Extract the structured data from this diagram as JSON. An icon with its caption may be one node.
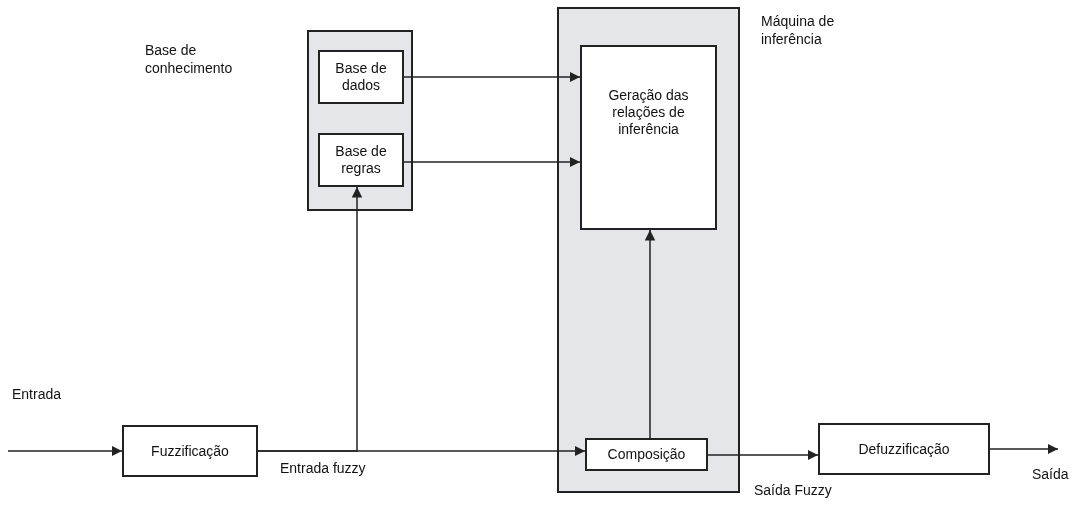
{
  "diagram": {
    "nodes": [
      {
        "text": [],
        "shape": "box"
      },
      {
        "text": [
          "Base de dados"
        ],
        "in": 0
      },
      {
        "text": [
          "Base de regras"
        ],
        "in": 0
      },
      {
        "text": [
          "Máquina de inferência"
        ]
      },
      {
        "text": [
          "Geração das relações de inferência"
        ],
        "in": 3
      },
      {
        "text": [
          "Fuzzificação"
        ]
      },
      {
        "text": [
          "Composição"
        ],
        "in": 3
      },
      {
        "text": [
          "Defuzzificação"
        ]
      }
    ],
    "edges": [
      {
        "from": null,
        "to": 5,
        "arrow": "to",
        "label": "Entrada"
      },
      {
        "from": 5,
        "to": 6,
        "arrow": "to",
        "label": "Entrada fuzzy"
      },
      {
        "from": 5,
        "to": 2,
        "arrow": "to"
      },
      {
        "from": 1,
        "to": 4,
        "arrow": "to"
      },
      {
        "from": 2,
        "to": 4,
        "arrow": "to"
      },
      {
        "from": 6,
        "to": 4,
        "arrow": "to"
      },
      {
        "from": 6,
        "to": 7,
        "arrow": "to",
        "label": "Saída Fuzzy"
      },
      {
        "from": 7,
        "to": null,
        "arrow": "to",
        "label": "Saída"
      }
    ],
    "labels": [
      "Base de conhecimento"
    ]
  }
}
